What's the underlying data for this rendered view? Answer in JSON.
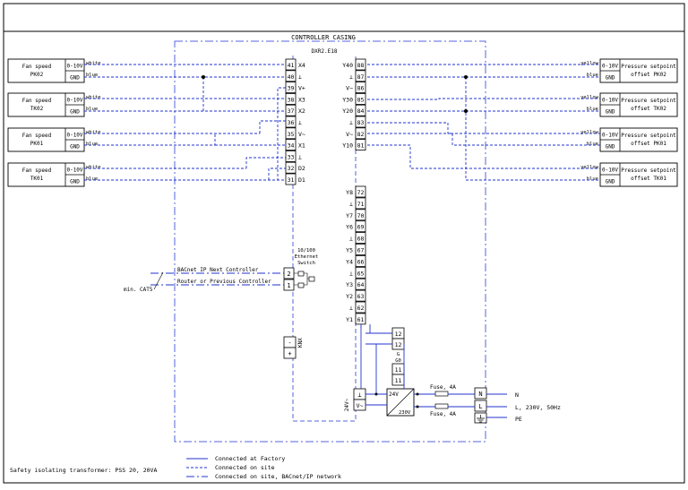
{
  "casing": {
    "title": "CONTROLLER CASING",
    "model": "DXR2.E18"
  },
  "left_devices": [
    {
      "label1": "Fan speed",
      "label2": "PK02",
      "sig": "0-10V",
      "gnd": "GND",
      "w_white": "white",
      "w_blue": "blue"
    },
    {
      "label1": "Fan speed",
      "label2": "TK02",
      "sig": "0-10V",
      "gnd": "GND",
      "w_white": "white",
      "w_blue": "blue"
    },
    {
      "label1": "Fan speed",
      "label2": "PK01",
      "sig": "0-10V",
      "gnd": "GND",
      "w_white": "white",
      "w_blue": "blue"
    },
    {
      "label1": "Fan speed",
      "label2": "TK01",
      "sig": "0-10V",
      "gnd": "GND",
      "w_white": "white",
      "w_blue": "blue"
    }
  ],
  "right_devices": [
    {
      "label1": "Pressure setpoint",
      "label2": "offset PK02",
      "sig": "0-10V",
      "gnd": "GND",
      "w_yellow": "yellow",
      "w_blue": "blue"
    },
    {
      "label1": "Pressure setpoint",
      "label2": "offset TK02",
      "sig": "0-10V",
      "gnd": "GND",
      "w_yellow": "yellow",
      "w_blue": "blue"
    },
    {
      "label1": "Pressure setpoint",
      "label2": "offset PK01",
      "sig": "0-10V",
      "gnd": "GND",
      "w_yellow": "yellow",
      "w_blue": "blue"
    },
    {
      "label1": "Pressure setpoint",
      "label2": "offset TK01",
      "sig": "0-10V",
      "gnd": "GND",
      "w_yellow": "yellow",
      "w_blue": "blue"
    }
  ],
  "left_terminals": [
    {
      "num": "41",
      "name": "X4"
    },
    {
      "num": "40",
      "name": "⊥"
    },
    {
      "num": "39",
      "name": "V+"
    },
    {
      "num": "38",
      "name": "X3"
    },
    {
      "num": "37",
      "name": "X2"
    },
    {
      "num": "36",
      "name": "⊥"
    },
    {
      "num": "35",
      "name": "V~"
    },
    {
      "num": "34",
      "name": "X1"
    },
    {
      "num": "33",
      "name": "⊥"
    },
    {
      "num": "32",
      "name": "D2"
    },
    {
      "num": "31",
      "name": "D1"
    }
  ],
  "right_terminals_top": [
    {
      "num": "88",
      "name": "Y40"
    },
    {
      "num": "87",
      "name": "⊥"
    },
    {
      "num": "86",
      "name": "V~"
    },
    {
      "num": "85",
      "name": "Y30"
    },
    {
      "num": "84",
      "name": "Y20"
    },
    {
      "num": "83",
      "name": "⊥"
    },
    {
      "num": "82",
      "name": "V~"
    },
    {
      "num": "81",
      "name": "Y10"
    }
  ],
  "right_terminals_bottom": [
    {
      "num": "72",
      "name": "Y8"
    },
    {
      "num": "71",
      "name": "⊥"
    },
    {
      "num": "70",
      "name": "Y7"
    },
    {
      "num": "69",
      "name": "Y6"
    },
    {
      "num": "68",
      "name": "⊥"
    },
    {
      "num": "67",
      "name": "Y5"
    },
    {
      "num": "66",
      "name": "Y4"
    },
    {
      "num": "65",
      "name": "⊥"
    },
    {
      "num": "64",
      "name": "Y3"
    },
    {
      "num": "63",
      "name": "Y2"
    },
    {
      "num": "62",
      "name": "⊥"
    },
    {
      "num": "61",
      "name": "Y1"
    }
  ],
  "ethernet": {
    "switch_l1": "10/100",
    "switch_l2": "Ethernet",
    "switch_l3": "Switch",
    "port2": "2",
    "port1": "1",
    "next": "BACnet IP Next Controller",
    "router": "Router or Previous Controller",
    "cable": "min. CAT5"
  },
  "knx": {
    "label": "KNX",
    "minus": "-",
    "plus": "+"
  },
  "power": {
    "block_label": "24V~",
    "t_gnd": "⊥",
    "t_v": "V~",
    "t12a": "12",
    "t12b": "12",
    "g_label": "G",
    "g0_label": "G0",
    "t11a": "11",
    "t11b": "11",
    "tr_sec": "24V",
    "tr_pri": "230V",
    "fuse1": "Fuse, 4A",
    "fuse2": "Fuse, 4A",
    "n_term": "N",
    "l_term": "L",
    "n_label": "N",
    "l_label": "L, 230V, 50Hz",
    "pe_label": "PE"
  },
  "legend": [
    {
      "text": "Connected at Factory",
      "style": "solid"
    },
    {
      "text": "Connected on site",
      "style": "dashed"
    },
    {
      "text": "Connected on site, BACnet/IP network",
      "style": "dashdot"
    }
  ],
  "footer_note": "Safety isolating transformer: PSS 20, 20VA",
  "colors": {
    "wire": "#2233cc",
    "line": "#000000",
    "casing": "#5566dd"
  }
}
